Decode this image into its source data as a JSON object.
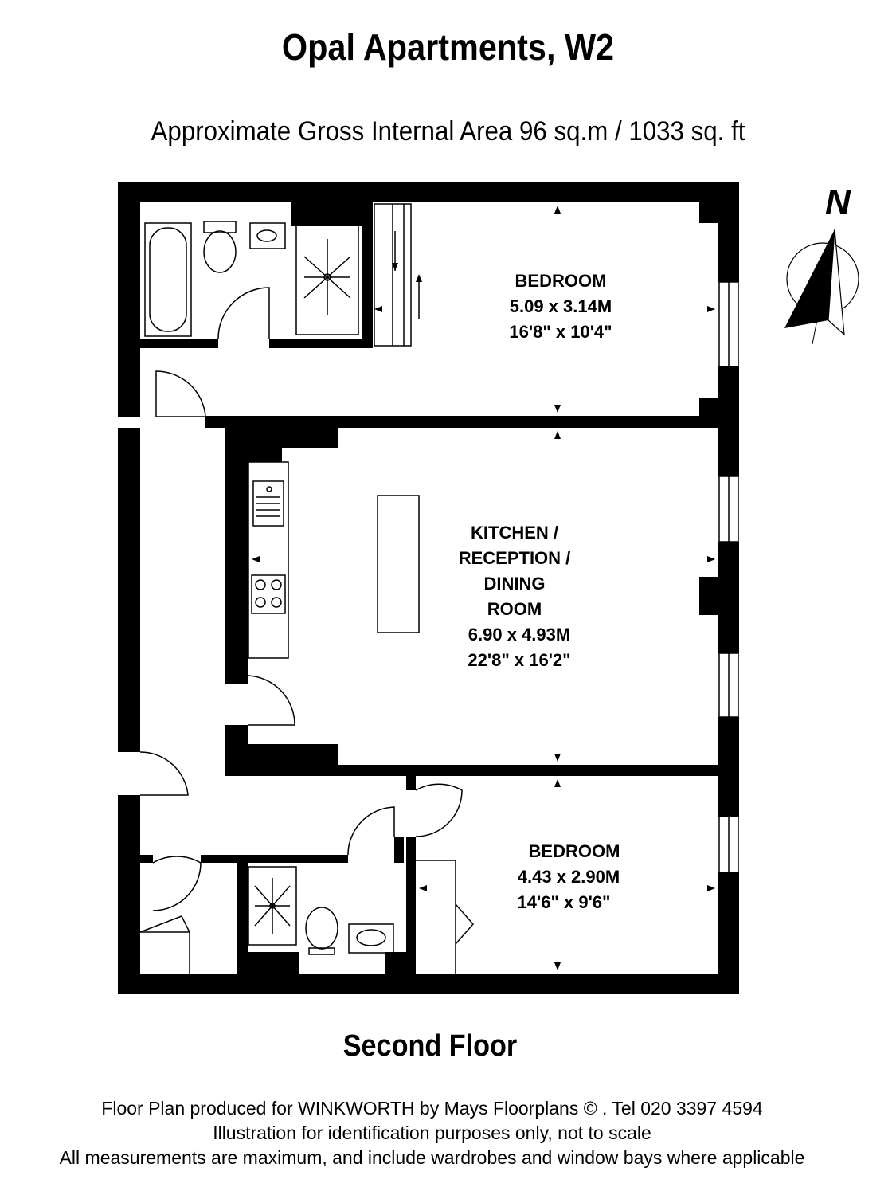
{
  "header": {
    "title": "Opal Apartments, W2",
    "area": "Approximate Gross Internal Area 96 sq.m  /  1033 sq. ft"
  },
  "compass": {
    "label": "N"
  },
  "rooms": {
    "bedroom1": {
      "name": "BEDROOM",
      "metric": "5.09 x 3.14M",
      "imperial": "16'8\" x 10'4\""
    },
    "kitchen": {
      "name_lines": [
        "KITCHEN /",
        "RECEPTION /",
        "DINING",
        "ROOM"
      ],
      "metric": "6.90 x 4.93M",
      "imperial": "22'8\" x 16'2\""
    },
    "bedroom2": {
      "name": "BEDROOM",
      "metric": "4.43 x 2.90M",
      "imperial": "14'6\" x 9'6\""
    }
  },
  "floor_label": "Second Floor",
  "footer": {
    "line1": "Floor Plan produced for WINKWORTH by Mays Floorplans  © . Tel 020 3397 4594",
    "line2": "Illustration for identification purposes only, not to scale",
    "line3": "All measurements are maximum, and include wardrobes and window bays where applicable"
  }
}
